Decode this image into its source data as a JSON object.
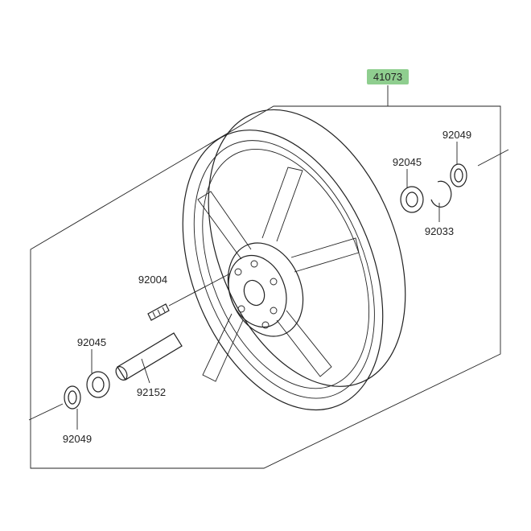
{
  "diagram": {
    "main_assembly_label": "41073",
    "highlight_color": "#8fce8f",
    "parts": {
      "bearing_top": "92045",
      "seal_top": "92049",
      "circlip": "92033",
      "stud": "92004",
      "bearing_bottom": "92045",
      "spacer": "92152",
      "seal_bottom": "92049"
    }
  }
}
